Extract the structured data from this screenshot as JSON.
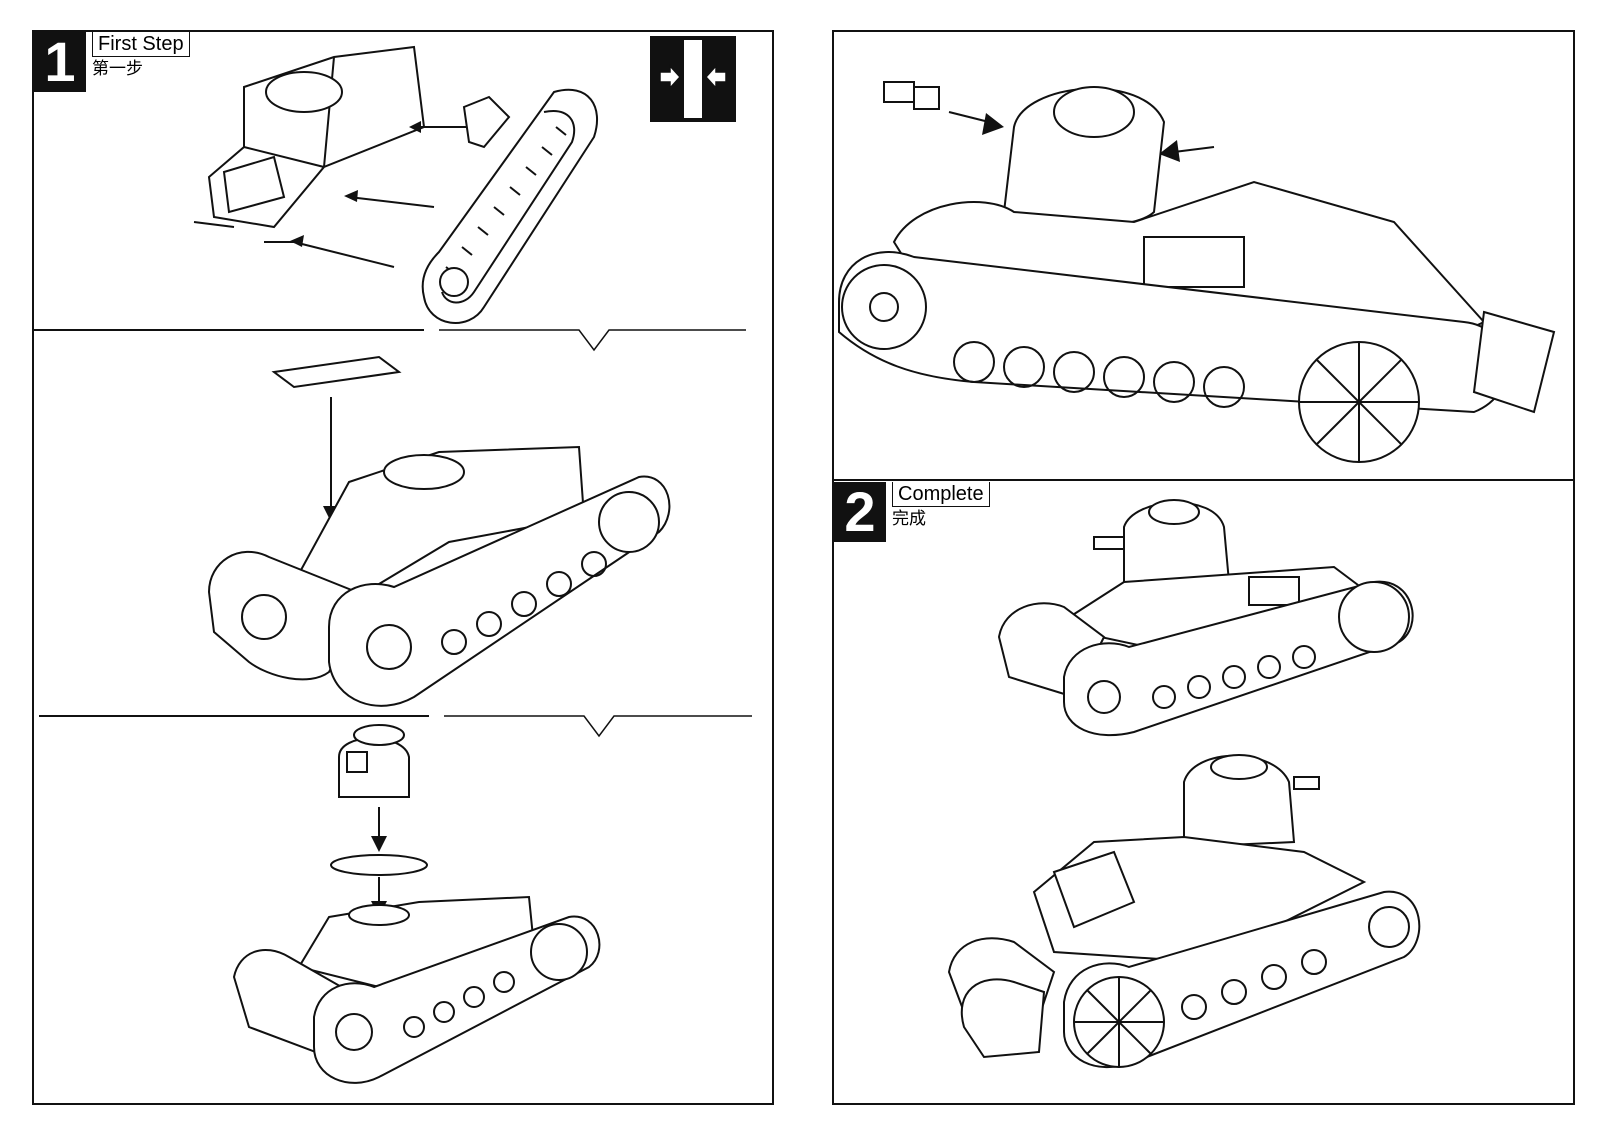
{
  "steps": [
    {
      "number": "1",
      "title": "First Step",
      "subtitle": "第一步"
    },
    {
      "number": "2",
      "title": "Complete",
      "subtitle": "完成"
    }
  ],
  "icons": {
    "orientation": "side-orientation-icon",
    "arrows": "arrow-icon"
  },
  "colors": {
    "line": "#111111",
    "background": "#ffffff"
  }
}
